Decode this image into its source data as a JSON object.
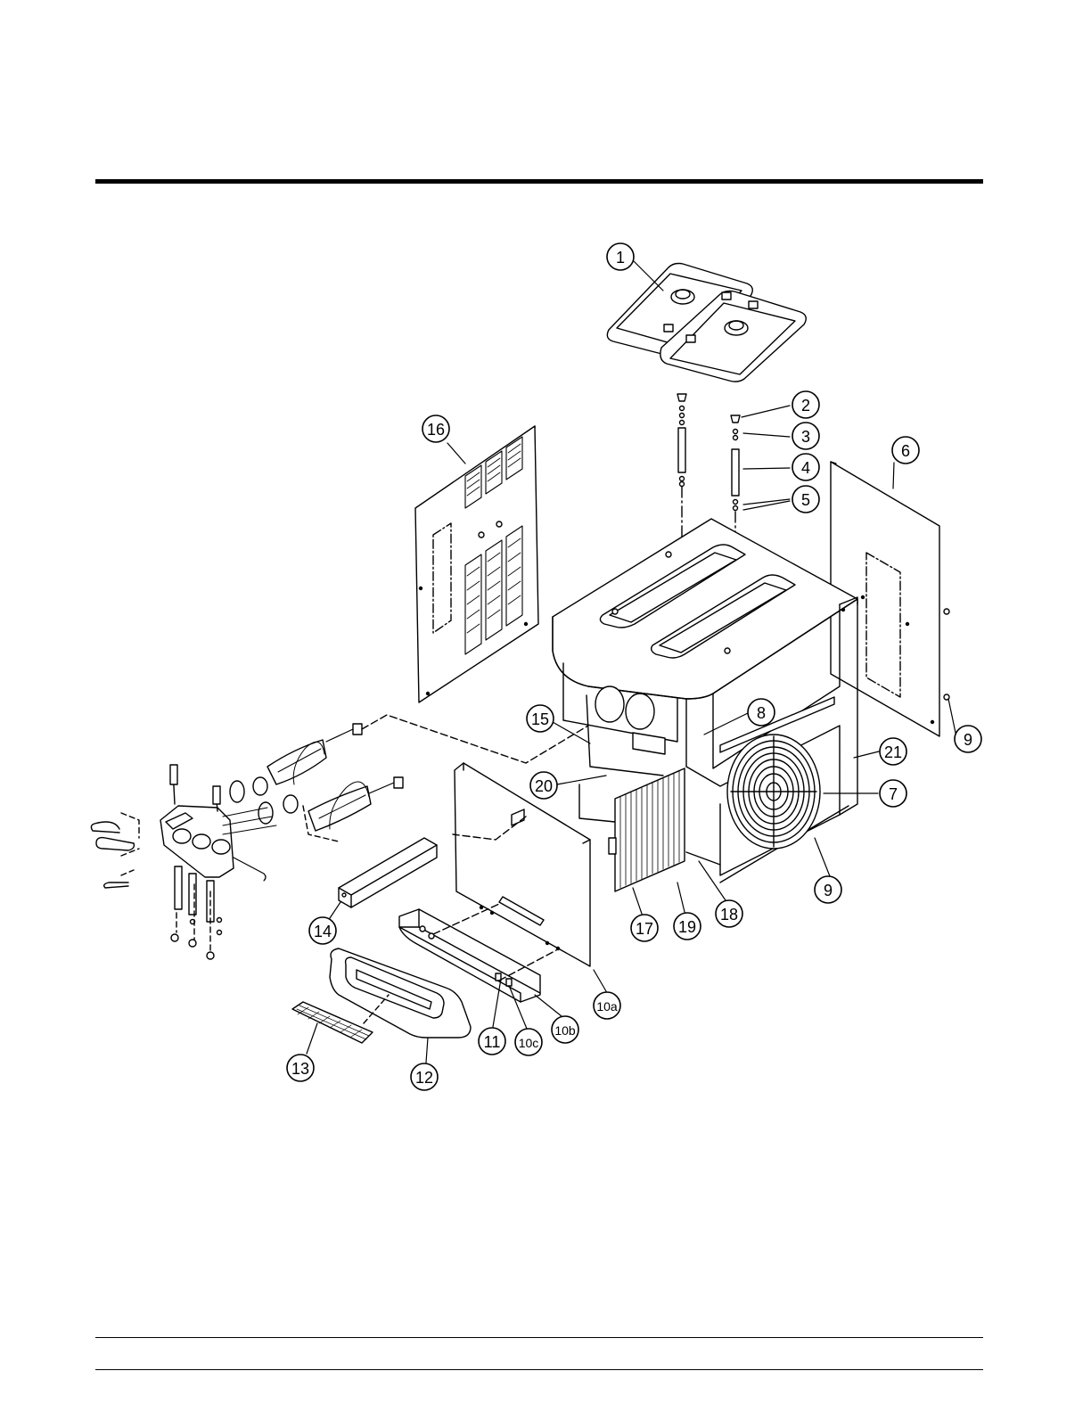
{
  "diagram": {
    "callouts": [
      {
        "id": "c1",
        "label": "1"
      },
      {
        "id": "c2",
        "label": "2"
      },
      {
        "id": "c3",
        "label": "3"
      },
      {
        "id": "c4",
        "label": "4"
      },
      {
        "id": "c5",
        "label": "5"
      },
      {
        "id": "c6",
        "label": "6"
      },
      {
        "id": "c7",
        "label": "7"
      },
      {
        "id": "c8",
        "label": "8"
      },
      {
        "id": "c9a",
        "label": "9"
      },
      {
        "id": "c9b",
        "label": "9"
      },
      {
        "id": "c10a",
        "label": "10a"
      },
      {
        "id": "c10b",
        "label": "10b"
      },
      {
        "id": "c10c",
        "label": "10c"
      },
      {
        "id": "c11",
        "label": "11"
      },
      {
        "id": "c12",
        "label": "12"
      },
      {
        "id": "c13",
        "label": "13"
      },
      {
        "id": "c14",
        "label": "14"
      },
      {
        "id": "c15",
        "label": "15"
      },
      {
        "id": "c16",
        "label": "16"
      },
      {
        "id": "c17",
        "label": "17"
      },
      {
        "id": "c18",
        "label": "18"
      },
      {
        "id": "c19",
        "label": "19"
      },
      {
        "id": "c20",
        "label": "20"
      },
      {
        "id": "c21",
        "label": "21"
      }
    ]
  }
}
